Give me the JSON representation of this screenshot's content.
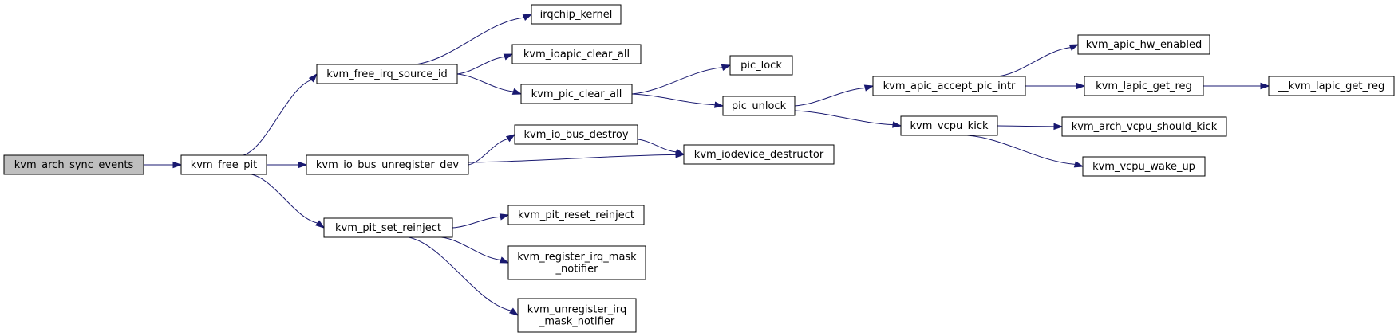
{
  "colors": {
    "edge": "#191970",
    "root_fill": "#bfbfbf",
    "node_fill": "#ffffff",
    "border": "#000000"
  },
  "nodes": [
    {
      "id": "kvm_arch_sync_events",
      "lines": [
        "kvm_arch_sync_events"
      ],
      "highlight": true
    },
    {
      "id": "kvm_free_pit",
      "lines": [
        "kvm_free_pit"
      ]
    },
    {
      "id": "kvm_free_irq_source_id",
      "lines": [
        "kvm_free_irq_source_id"
      ]
    },
    {
      "id": "kvm_io_bus_unregister_dev",
      "lines": [
        "kvm_io_bus_unregister_dev"
      ]
    },
    {
      "id": "kvm_pit_set_reinject",
      "lines": [
        "kvm_pit_set_reinject"
      ]
    },
    {
      "id": "irqchip_kernel",
      "lines": [
        "irqchip_kernel"
      ]
    },
    {
      "id": "kvm_ioapic_clear_all",
      "lines": [
        "kvm_ioapic_clear_all"
      ]
    },
    {
      "id": "kvm_pic_clear_all",
      "lines": [
        "kvm_pic_clear_all"
      ]
    },
    {
      "id": "kvm_io_bus_destroy",
      "lines": [
        "kvm_io_bus_destroy"
      ]
    },
    {
      "id": "kvm_pit_reset_reinject",
      "lines": [
        "kvm_pit_reset_reinject"
      ]
    },
    {
      "id": "kvm_register_irq_mask_notifier",
      "lines": [
        "kvm_register_irq_mask",
        "_notifier"
      ]
    },
    {
      "id": "kvm_unregister_irq_mask_notifier",
      "lines": [
        "kvm_unregister_irq",
        "_mask_notifier"
      ]
    },
    {
      "id": "pic_lock",
      "lines": [
        "pic_lock"
      ]
    },
    {
      "id": "pic_unlock",
      "lines": [
        "pic_unlock"
      ]
    },
    {
      "id": "kvm_iodevice_destructor",
      "lines": [
        "kvm_iodevice_destructor"
      ]
    },
    {
      "id": "kvm_apic_accept_pic_intr",
      "lines": [
        "kvm_apic_accept_pic_intr"
      ]
    },
    {
      "id": "kvm_vcpu_kick",
      "lines": [
        "kvm_vcpu_kick"
      ]
    },
    {
      "id": "kvm_apic_hw_enabled",
      "lines": [
        "kvm_apic_hw_enabled"
      ]
    },
    {
      "id": "kvm_lapic_get_reg",
      "lines": [
        "kvm_lapic_get_reg"
      ]
    },
    {
      "id": "kvm_arch_vcpu_should_kick",
      "lines": [
        "kvm_arch_vcpu_should_kick"
      ]
    },
    {
      "id": "kvm_vcpu_wake_up",
      "lines": [
        "kvm_vcpu_wake_up"
      ]
    },
    {
      "id": "__kvm_lapic_get_reg",
      "lines": [
        "__kvm_lapic_get_reg"
      ]
    }
  ],
  "edges": [
    {
      "from": "kvm_arch_sync_events",
      "to": "kvm_free_pit"
    },
    {
      "from": "kvm_free_pit",
      "to": "kvm_free_irq_source_id"
    },
    {
      "from": "kvm_free_pit",
      "to": "kvm_io_bus_unregister_dev"
    },
    {
      "from": "kvm_free_pit",
      "to": "kvm_pit_set_reinject"
    },
    {
      "from": "kvm_free_irq_source_id",
      "to": "irqchip_kernel"
    },
    {
      "from": "kvm_free_irq_source_id",
      "to": "kvm_ioapic_clear_all"
    },
    {
      "from": "kvm_free_irq_source_id",
      "to": "kvm_pic_clear_all"
    },
    {
      "from": "kvm_pic_clear_all",
      "to": "pic_lock"
    },
    {
      "from": "kvm_pic_clear_all",
      "to": "pic_unlock"
    },
    {
      "from": "pic_unlock",
      "to": "kvm_apic_accept_pic_intr"
    },
    {
      "from": "pic_unlock",
      "to": "kvm_vcpu_kick"
    },
    {
      "from": "kvm_apic_accept_pic_intr",
      "to": "kvm_apic_hw_enabled"
    },
    {
      "from": "kvm_apic_accept_pic_intr",
      "to": "kvm_lapic_get_reg"
    },
    {
      "from": "kvm_lapic_get_reg",
      "to": "__kvm_lapic_get_reg"
    },
    {
      "from": "kvm_vcpu_kick",
      "to": "kvm_arch_vcpu_should_kick"
    },
    {
      "from": "kvm_vcpu_kick",
      "to": "kvm_vcpu_wake_up"
    },
    {
      "from": "kvm_io_bus_unregister_dev",
      "to": "kvm_io_bus_destroy"
    },
    {
      "from": "kvm_io_bus_unregister_dev",
      "to": "kvm_iodevice_destructor"
    },
    {
      "from": "kvm_io_bus_destroy",
      "to": "kvm_iodevice_destructor"
    },
    {
      "from": "kvm_pit_set_reinject",
      "to": "kvm_pit_reset_reinject"
    },
    {
      "from": "kvm_pit_set_reinject",
      "to": "kvm_register_irq_mask_notifier"
    },
    {
      "from": "kvm_pit_set_reinject",
      "to": "kvm_unregister_irq_mask_notifier"
    }
  ]
}
